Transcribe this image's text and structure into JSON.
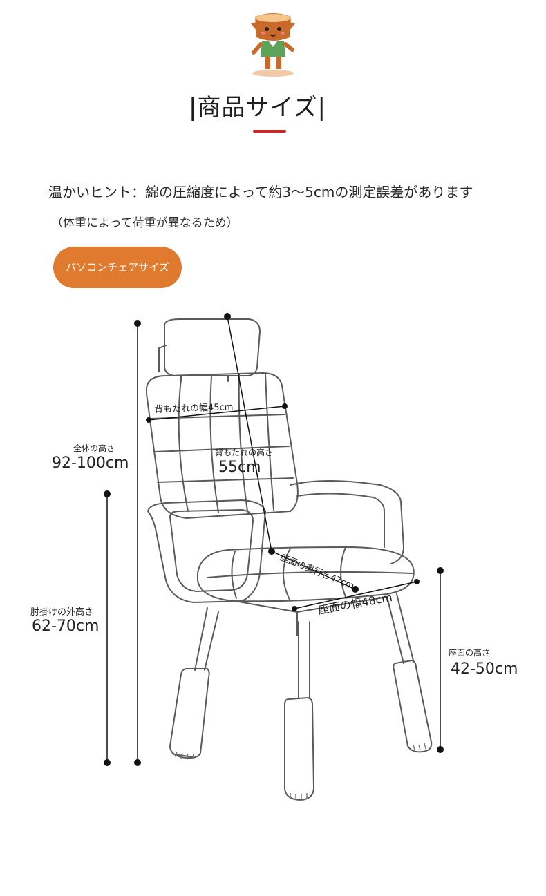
{
  "title": "|商品サイズ|",
  "hint": "温かいヒント：綿の圧縮度によって約3〜5cmの測定誤差があります",
  "hint_sub": "（体重によって荷重が異なるため）",
  "category_pill": "パソコンチェアサイズ",
  "colors": {
    "accent_red": "#d0262a",
    "pill_orange": "#e07a2f"
  },
  "dimensions": {
    "backrest_width_label": "背もたれの幅45cm",
    "backrest_height_label": "背もたれの高さ",
    "backrest_height_value": "55cm",
    "total_height_label": "全体の高さ",
    "total_height_value": "92-100cm",
    "armrest_height_label": "肘掛けの外高さ",
    "armrest_height_value": "62-70cm",
    "seat_depth_label": "座面の奥行き47cm",
    "seat_width_label": "座面の幅48cm",
    "seat_height_label": "座面の高さ",
    "seat_height_value": "42-50cm"
  }
}
